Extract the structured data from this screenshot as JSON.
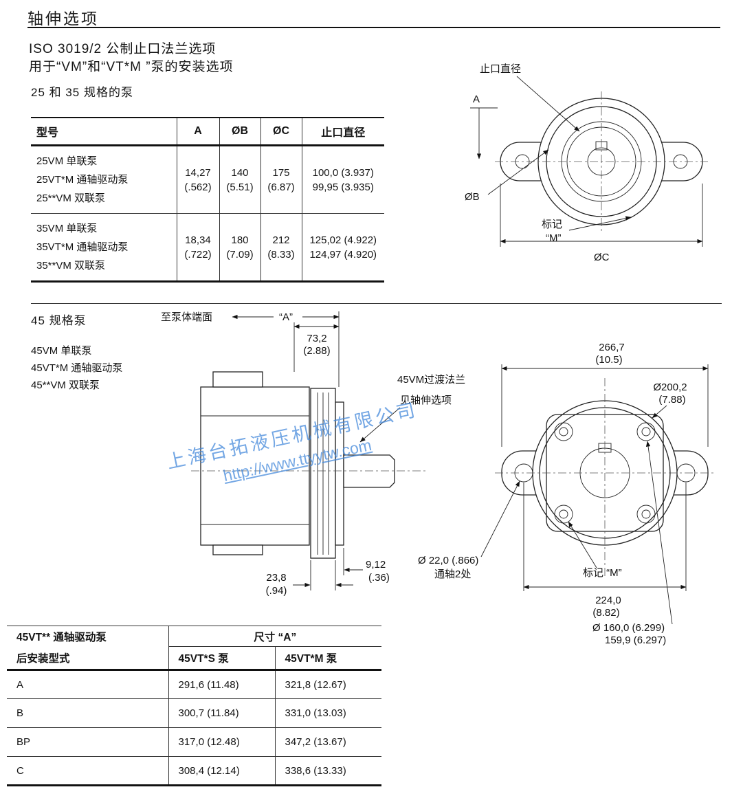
{
  "page": {
    "title": "轴伸选项"
  },
  "intro": {
    "heading1": "ISO 3019/2 公制止口法兰选项",
    "heading2": "用于“VM”和“VT*M ”泵的安装选项",
    "sub": "25 和 35 规格的泵"
  },
  "table1": {
    "headers": {
      "model": "型号",
      "a": "A",
      "ob": "ØB",
      "oc": "ØC",
      "spigot": "止口直径"
    },
    "rows": [
      {
        "models": [
          "25VM 单联泵",
          "25VT*M 通轴驱动泵",
          "25**VM 双联泵"
        ],
        "a": [
          "14,27",
          "(.562)"
        ],
        "ob": [
          "140",
          "(5.51)"
        ],
        "oc": [
          "175",
          "(6.87)"
        ],
        "spigot": [
          "100,0 (3.937)",
          "99,95 (3.935)"
        ]
      },
      {
        "models": [
          "35VM 单联泵",
          "35VT*M 通轴驱动泵",
          "35**VM 双联泵"
        ],
        "a": [
          "18,34",
          "(.722)"
        ],
        "ob": [
          "180",
          "(7.09)"
        ],
        "oc": [
          "212",
          "(8.33)"
        ],
        "spigot": [
          "125,02 (4.922)",
          "124,97 (4.920)"
        ]
      }
    ]
  },
  "drawing25": {
    "spigot_label": "止口直径",
    "a": "A",
    "ob": "ØB",
    "mark1": "标记",
    "mark2": "“M”",
    "oc": "ØC"
  },
  "section45": {
    "heading": "45 规格泵",
    "models": [
      "45VM 单联泵",
      "45VT*M 通轴驱动泵",
      "45**VM 双联泵"
    ]
  },
  "sideview": {
    "face_label": "至泵体端面",
    "a": "“A”",
    "dim732": [
      "73,2",
      "(2.88)"
    ],
    "note1": "45VM过渡法兰",
    "note2": "见轴伸选项",
    "dim238": [
      "23,8",
      "(.94)"
    ],
    "dim912": [
      "9,12",
      "(.36)"
    ]
  },
  "frontview45": {
    "dim2667": [
      "266,7",
      "(10.5)"
    ],
    "dia2002": [
      "Ø200,2",
      "(7.88)"
    ],
    "dia22": [
      "Ø 22,0 (.866)",
      "通轴2处"
    ],
    "mark": "标记 “M”",
    "dim224": [
      "224,0",
      "(8.82)"
    ],
    "dia160": [
      "Ø 160,0 (6.299)",
      "159,9 (6.297)"
    ]
  },
  "watermark": {
    "line1": "上海台拓液压机械有限公司",
    "line2": "http://www.ttyytw.com",
    "color": "#3f86da"
  },
  "table2": {
    "col1_header": "45VT** 通轴驱动泵",
    "span_header": "尺寸 “A”",
    "sub": [
      "后安装型式",
      "45VT*S 泵",
      "45VT*M 泵"
    ],
    "rows": [
      {
        "label": "A",
        "s": "291,6 (11.48)",
        "m": "321,8 (12.67)"
      },
      {
        "label": "B",
        "s": "300,7 (11.84)",
        "m": "331,0 (13.03)"
      },
      {
        "label": "BP",
        "s": "317,0 (12.48)",
        "m": "347,2 (13.67)"
      },
      {
        "label": "C",
        "s": "308,4 (12.14)",
        "m": "338,6 (13.33)"
      }
    ]
  }
}
